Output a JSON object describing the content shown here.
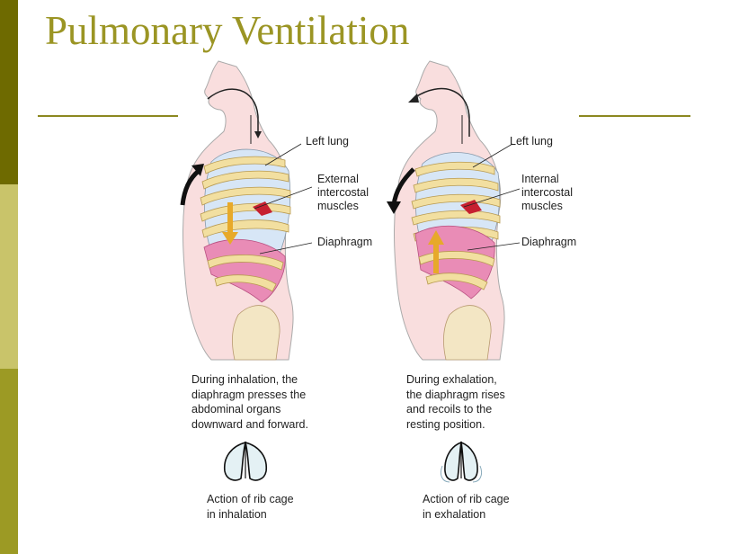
{
  "slide": {
    "title": "Pulmonary Ventilation",
    "colors": {
      "title": "#9b9524",
      "bar_dark": "#6e6a00",
      "bar_mid": "#c9c46a",
      "bar_light": "#9c9a24",
      "rule": "#8c8820"
    }
  },
  "figures": [
    {
      "id": "inhalation",
      "labels": {
        "left_lung": "Left lung",
        "muscles": "External\nintercostal\nmuscles",
        "diaphragm": "Diaphragm"
      },
      "caption": "During inhalation, the\ndiaphragm presses the\nabdominal organs\ndownward and forward.",
      "rib_caption": "Action of rib cage\nin inhalation"
    },
    {
      "id": "exhalation",
      "labels": {
        "left_lung": "Left lung",
        "muscles": "Internal\nintercostal\nmuscles",
        "diaphragm": "Diaphragm"
      },
      "caption": "During exhalation,\nthe diaphragm rises\nand recoils to the\nresting position.",
      "rib_caption": "Action of rib cage\nin exhalation"
    }
  ]
}
